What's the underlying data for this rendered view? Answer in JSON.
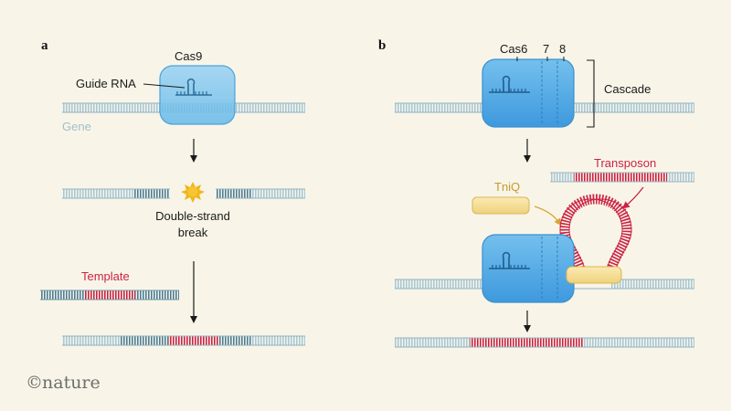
{
  "panel_a": {
    "letter": "a",
    "cas9": "Cas9",
    "guide_rna": "Guide RNA",
    "gene": "Gene",
    "break_line1": "Double-strand",
    "break_line2": "break",
    "template": "Template"
  },
  "panel_b": {
    "letter": "b",
    "cas6": "Cas6",
    "sub7": "7",
    "sub8": "8",
    "cascade": "Cascade",
    "tniq": "TniQ",
    "transposon": "Transposon"
  },
  "credit": {
    "symbol": "©",
    "brand": "nature"
  },
  "colors": {
    "background": "#f8f5e8",
    "dna_light": "#a9c8d6",
    "dna_dark": "#4d7d95",
    "insert_red": "#cc2244",
    "protein_blue": "#5aaee6",
    "tniq_yellow": "#f3dd93",
    "gene_label": "#9fc0cc",
    "template_label": "#cc2244",
    "transposon_label": "#cc2244",
    "tniq_label": "#c89a2a"
  }
}
